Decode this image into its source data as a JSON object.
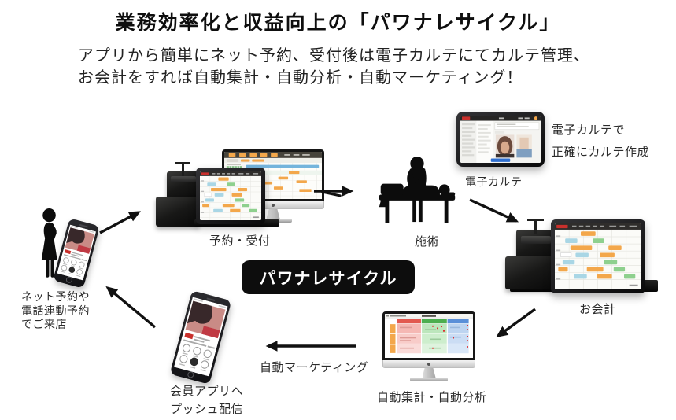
{
  "header": {
    "title": "業務効率化と収益向上の「パワナレサイクル」",
    "subtitle_line1": "アプリから簡単にネット予約、受付後は電子カルテにてカルテ管理、",
    "subtitle_line2": "お会計をすれば自動集計・自動分析・自動マーケティング！"
  },
  "cycle": {
    "center_label": "パワナレサイクル",
    "visit": {
      "line1": "ネット予約や",
      "line2": "電話連動予約",
      "line3": "でご来店"
    },
    "reception": {
      "caption": "予約・受付"
    },
    "treatment": {
      "caption": "施術"
    },
    "karte": {
      "caption": "電子カルテ",
      "note_line1": "電子カルテで",
      "note_line2": "正確にカルテ作成"
    },
    "checkout": {
      "caption": "お会計"
    },
    "analysis": {
      "caption": "自動集計・自動分析"
    },
    "marketing": {
      "label": "自動マーケティング"
    },
    "push": {
      "line1": "会員アプリへ",
      "line2": "プッシュ配信"
    }
  },
  "colors": {
    "accent_red": "#c9302c",
    "block_orange": "#f3a74b",
    "block_blue": "#a9d6e5",
    "block_green": "#8ed08e",
    "button_black": "#0d0d0d",
    "analysis_red": "#e25950",
    "analysis_green": "#4cae4f",
    "analysis_blue": "#5a8fd8"
  }
}
